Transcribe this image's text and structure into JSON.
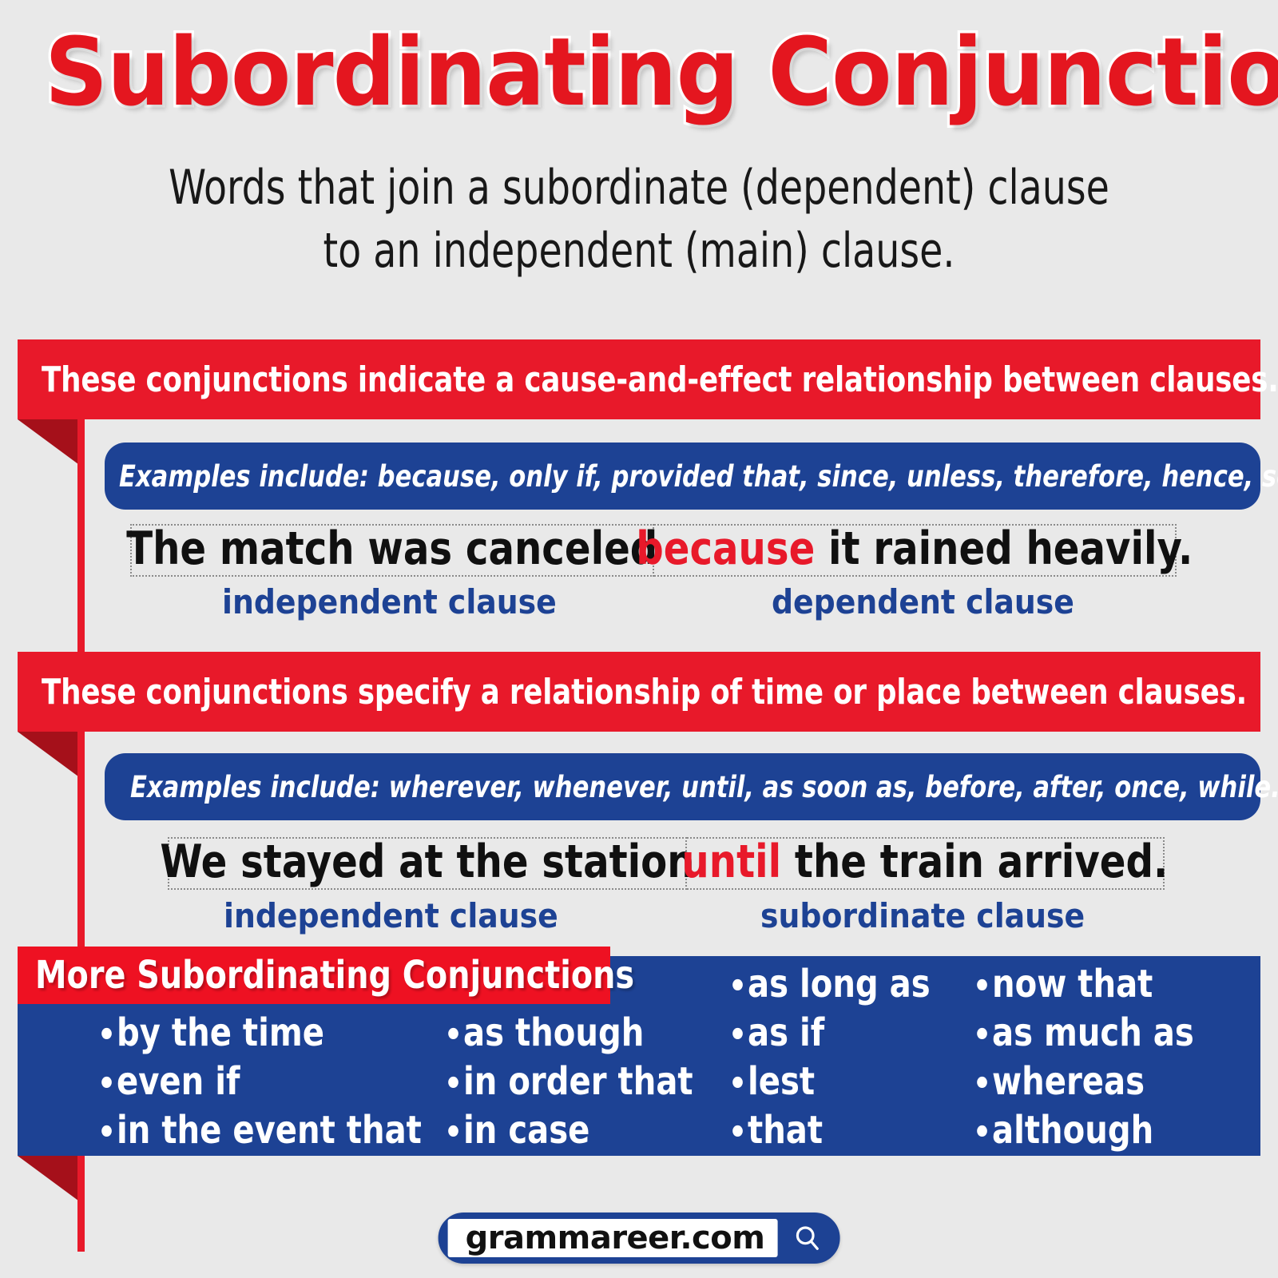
{
  "header": {
    "title": "Subordinating Conjunctions",
    "subtitle": "Words that join a subordinate (dependent) clause to an independent (main) clause."
  },
  "colors": {
    "red": "#e8192a",
    "dark_red": "#a5101a",
    "blue": "#1d4294",
    "background": "#e9e9e9",
    "white": "#ffffff"
  },
  "sections": [
    {
      "banner": "These conjunctions indicate a cause-and-effect relationship between clauses.",
      "examples_line": "Examples include: because, only if, provided that, since, unless, therefore, hence, so.",
      "sentence": {
        "independent": "The match was canceled",
        "keyword": "because",
        "dependent_rest": " it rained heavily."
      },
      "label_left": "independent clause",
      "label_right": "dependent clause"
    },
    {
      "banner": "These conjunctions specify a relationship of time or place between clauses.",
      "examples_line": "Examples include: wherever, whenever, until, as soon as, before, after, once, while.",
      "sentence": {
        "independent": "We stayed at the station",
        "keyword": "until",
        "dependent_rest": " the train arrived."
      },
      "label_left": "independent clause",
      "label_right": "subordinate clause"
    }
  ],
  "more": {
    "tag": "More Subordinating Conjunctions",
    "columns": [
      [
        "by the time",
        "even if",
        "in the event that"
      ],
      [
        "as though",
        "in order that",
        "in case"
      ],
      [
        "as long as",
        "as if",
        "lest",
        "that"
      ],
      [
        "now that",
        "as much as",
        "whereas",
        "although"
      ]
    ]
  },
  "footer": {
    "url": "grammareer.com",
    "search_icon": "magnifier-icon"
  }
}
